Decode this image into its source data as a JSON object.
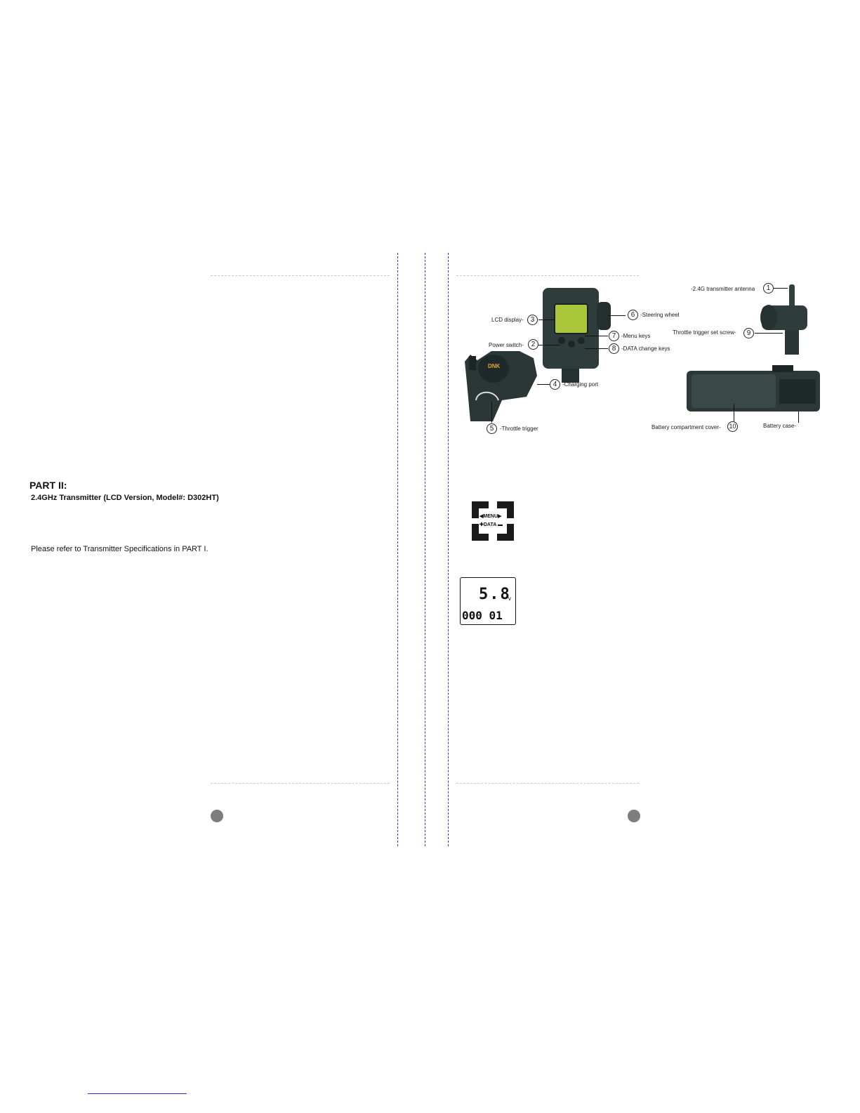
{
  "left_page": {
    "part_title": "PART II:",
    "subtitle": "2.4GHz Transmitter (LCD Version, Model#: D302HT)",
    "body_text": "Please refer to Transmitter Specifications in PART I."
  },
  "figure": {
    "brand_logo": "DNK",
    "labels": [
      {
        "num": "1",
        "text": "-2.4G transmitter antenna"
      },
      {
        "num": "2",
        "text": "Power switch-"
      },
      {
        "num": "3",
        "text": "LCD display-"
      },
      {
        "num": "4",
        "text": "-Charging port"
      },
      {
        "num": "5",
        "text": "-Throttle trigger"
      },
      {
        "num": "6",
        "text": "-Steering wheel"
      },
      {
        "num": "7",
        "text": "-Menu keys"
      },
      {
        "num": "8",
        "text": "-DATA change keys"
      },
      {
        "num": "9",
        "text": "Throttle trigger set screw-"
      },
      {
        "num": "10",
        "text": "Battery compartment cover-"
      }
    ],
    "battery_case_label": "Battery case-"
  },
  "keypad": {
    "menu_label": "◀MENU▶",
    "data_label": "✚DATA ▬"
  },
  "lcd": {
    "voltage": "5.8",
    "unit": "v",
    "counter": "000 01"
  },
  "colors": {
    "fold_line": "#3b3bd6",
    "page_dot": "#7d7d7d",
    "transmitter_body": "#2f3c3c"
  }
}
